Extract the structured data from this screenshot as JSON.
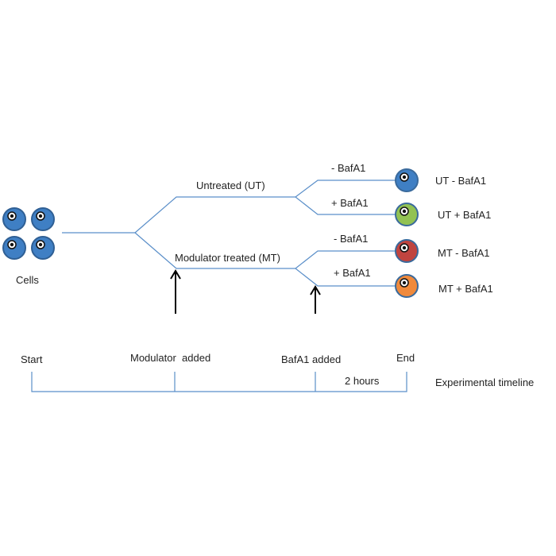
{
  "cells_label": "Cells",
  "branches": {
    "untreated": "Untreated (UT)",
    "modulator_treated": "Modulator treated (MT)"
  },
  "sub_branches": {
    "minus_bafa1": "- BafA1",
    "plus_bafa1": "+ BafA1"
  },
  "outcomes": [
    {
      "label": "UT - BafA1",
      "color": "#3f7fc4"
    },
    {
      "label": "UT + BafA1",
      "color": "#92c253"
    },
    {
      "label": "MT - BafA1",
      "color": "#c0443f"
    },
    {
      "label": "MT + BafA1",
      "color": "#f08a3c"
    }
  ],
  "cell_color": "#3f7fc4",
  "line_color": "#5b8fc9",
  "timeline": {
    "events": [
      "Start",
      "Modulator  added",
      "BafA1 added",
      "End"
    ],
    "interval": "2 hours",
    "title": "Experimental timeline"
  }
}
